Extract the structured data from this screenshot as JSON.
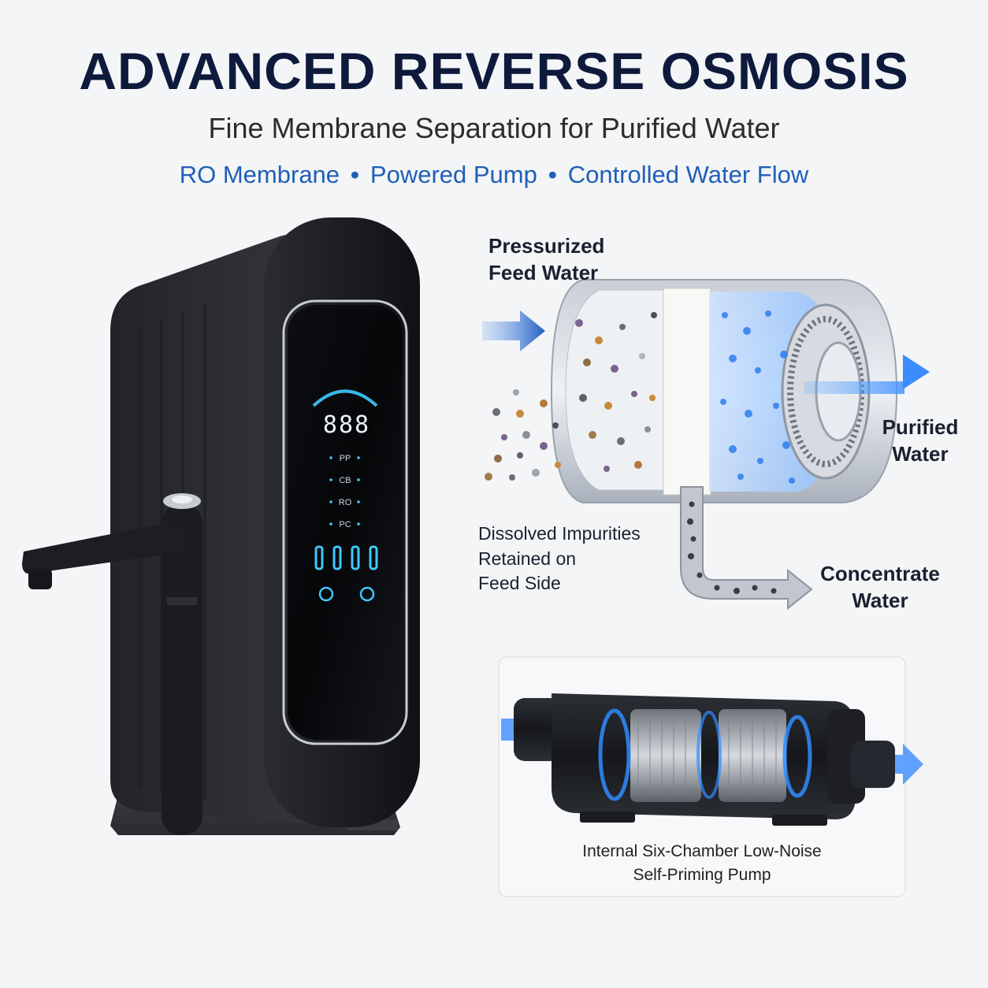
{
  "header": {
    "title": "ADVANCED REVERSE OSMOSIS",
    "subtitle": "Fine Membrane Separation for Purified Water",
    "features": [
      "RO Membrane",
      "Powered Pump",
      "Controlled Water Flow"
    ],
    "separator": "•"
  },
  "device": {
    "display_digits": "888",
    "filters": [
      "PP",
      "CB",
      "RO",
      "PC"
    ]
  },
  "diagram": {
    "feed_label_line1": "Pressurized",
    "feed_label_line2": "Feed Water",
    "purified_label_line1": "Purified",
    "purified_label_line2": "Water",
    "impurities_label_line1": "Dissolved Impurities",
    "impurities_label_line2": "Retained on",
    "impurities_label_line3": "Feed Side",
    "concentrate_label_line1": "Concentrate",
    "concentrate_label_line2": "Water"
  },
  "pump": {
    "caption_line1": "Internal Six-Chamber Low-Noise",
    "caption_line2": "Self-Priming Pump"
  },
  "colors": {
    "title": "#0e1a3c",
    "accent_blue": "#1f5fb8",
    "device_body": "#1c1e22",
    "display_glow": "#3fc9ff"
  }
}
